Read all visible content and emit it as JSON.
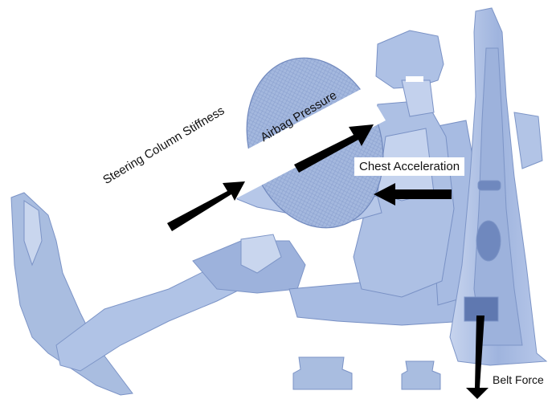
{
  "labels": {
    "steering_column_stiffness": "Steering Column Stiffness",
    "airbag_pressure": "Airbag Pressure",
    "chest_acceleration": "Chest Acceleration",
    "belt_force": "Belt Force"
  },
  "colors": {
    "model_fill": "#a9bde0",
    "model_dark": "#6f88be",
    "model_light": "#c9d6ee",
    "arrow": "#000000"
  },
  "icons": {
    "arrow": "arrow-icon"
  }
}
